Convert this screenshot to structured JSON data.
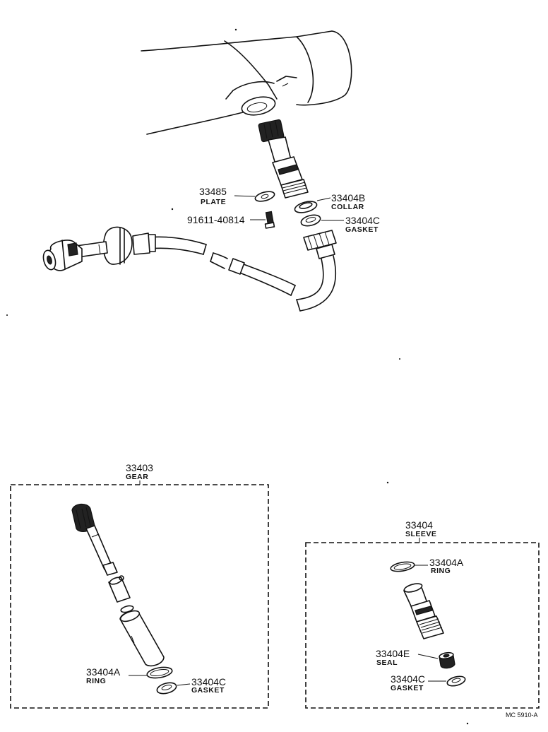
{
  "parts": {
    "p33485": {
      "number": "33485",
      "name": "PLATE"
    },
    "p91611": {
      "number": "91611-40814"
    },
    "p33404B": {
      "number": "33404B",
      "name": "COLLAR"
    },
    "p33404C_top": {
      "number": "33404C",
      "name": "GASKET"
    },
    "p33403": {
      "number": "33403",
      "name": "GEAR"
    },
    "p33404A_left": {
      "number": "33404A",
      "name": "RING"
    },
    "p33404C_left": {
      "number": "33404C",
      "name": "GASKET"
    },
    "p33404": {
      "number": "33404",
      "name": "SLEEVE"
    },
    "p33404A_right": {
      "number": "33404A",
      "name": "RING"
    },
    "p33404E": {
      "number": "33404E",
      "name": "SEAL"
    },
    "p33404C_right": {
      "number": "33404C",
      "name": "GASKET"
    }
  },
  "reference": "MC 5910-A"
}
